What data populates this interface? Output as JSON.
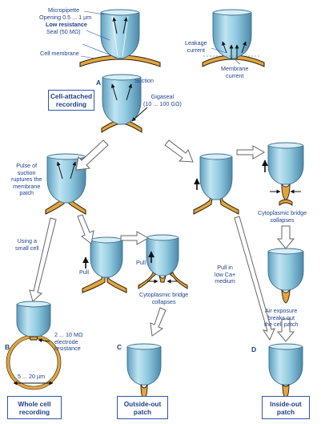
{
  "labels": {
    "micropipette": "Micropipette",
    "opening": "Opening 0.5 ... 1 µm",
    "low_resistance": "Low resistance",
    "seal": "Seal (50 MΩ)",
    "cell_membrane": "Cell membrane",
    "leakage_current": "Leakage\ncurrent",
    "membrane_current": "Membrane\ncurrent",
    "suction": "Suction",
    "gigaseal": "Gigaseal\n(10 ... 100 GΩ)",
    "pulse_of_suction": "Pulse of\nsuction\nruptures the\nmembrane\npatch",
    "using_small_cell": "Using a\nsmall cell",
    "pull_1": "Pull",
    "pull_2": "Pull",
    "cyto_bridge_1": "Cytoplasmic bridge\ncollapses",
    "cyto_bridge_2": "Cytoplasmic bridge\ncollapses",
    "pull_low_ca": "Pull in\nlow Ca+\nmedium",
    "air_exposure": "Air exposure\nbreaks out\nthe cell patch",
    "electrode_resistance": "2 ... 10 MΩ\nelectrode\nresistance",
    "cell_size": "5 ... 20 µm"
  },
  "panel_letters": {
    "a": "A",
    "b": "B",
    "c": "C",
    "d": "D"
  },
  "boxes": {
    "cell_attached": "Cell-attached\nrecording",
    "whole_cell": "Whole cell\nrecording",
    "outside_out": "Outside-out\npatch",
    "inside_out": "Inside-out\npatch"
  },
  "colors": {
    "pipette_glass": "#8cc6dd",
    "pipette_edge": "#3d6f8c",
    "membrane": "#e0a541",
    "membrane_edge": "#2a1c05",
    "text": "#1f3f8a",
    "box_border": "#2f55a8",
    "arrow_outline": "#666666"
  }
}
